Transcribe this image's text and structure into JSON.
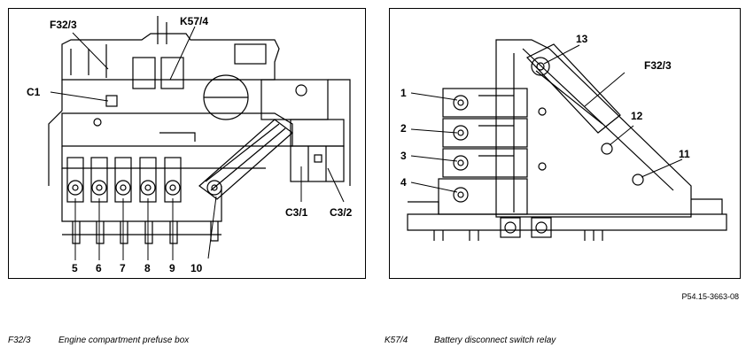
{
  "left_figure": {
    "labels": {
      "f32_3": "F32/3",
      "k57_4": "K57/4",
      "c1": "C1",
      "c3_1": "C3/1",
      "c3_2": "C3/2",
      "n5": "5",
      "n6": "6",
      "n7": "7",
      "n8": "8",
      "n9": "9",
      "n10": "10"
    }
  },
  "right_figure": {
    "labels": {
      "n13": "13",
      "f32_3": "F32/3",
      "n1": "1",
      "n2": "2",
      "n3": "3",
      "n4": "4",
      "n12": "12",
      "n11": "11"
    }
  },
  "figure_ref": "P54.15-3663-08",
  "legend": [
    {
      "code": "F32/3",
      "desc": "Engine compartment prefuse box"
    },
    {
      "code": "K57/4",
      "desc": "Battery disconnect switch relay"
    }
  ]
}
